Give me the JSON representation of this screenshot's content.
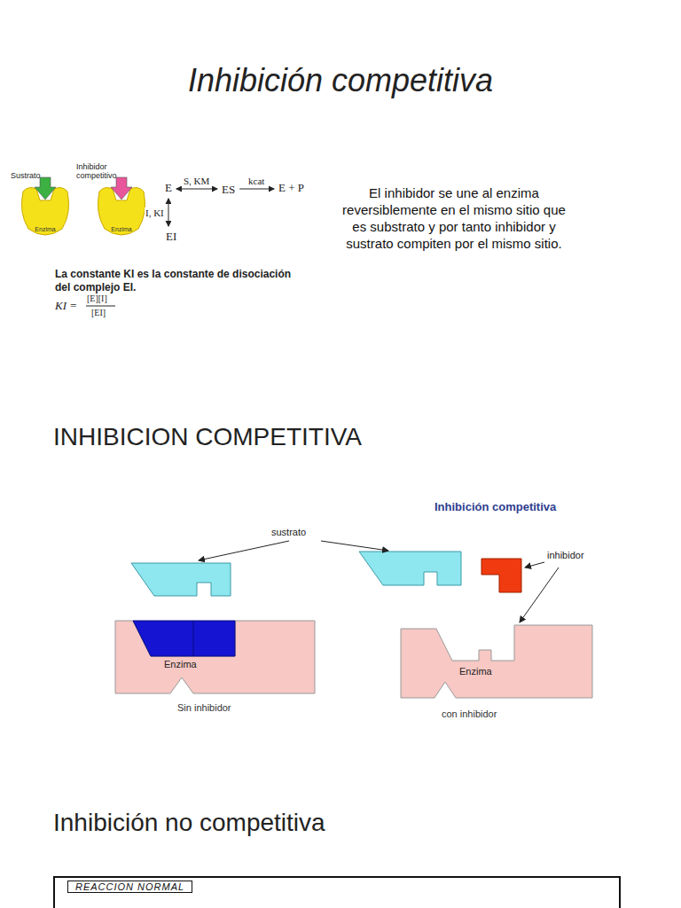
{
  "diagram": {
    "title": "Inhibición competitiva",
    "nodes": [
      {
        "text": [
          "Enzima"
        ]
      },
      {
        "text": [
          "Enzima"
        ]
      },
      {
        "text": [
          "E"
        ]
      },
      {
        "text": [
          "ES"
        ]
      },
      {
        "text": [
          "E + P"
        ]
      },
      {
        "text": [
          "EI"
        ]
      },
      {
        "text": [
          "Enzima"
        ]
      },
      {
        "text": [
          "Enzima"
        ]
      },
      {
        "text": [
          "REACCION NORMAL"
        ]
      }
    ],
    "edges": [
      {
        "from": 2,
        "to": 3,
        "arrow": "both",
        "label": "S, KM"
      },
      {
        "from": 3,
        "to": 4,
        "arrow": "to",
        "label": "kcat"
      },
      {
        "from": 2,
        "to": 5,
        "arrow": "both",
        "label": "I, KI"
      }
    ],
    "labels": [
      "Sustrato",
      "Inhibidor competitivo",
      "La constante KI es la constante de disociación del complejo EI.",
      "KI =",
      "[E][I]",
      "[EI]",
      "El inhibidor se une al enzima reversiblemente en el mismo sitio que es substrato y por tanto inhibidor y sustrato compiten por el mismo sitio.",
      "INHIBICION COMPETITIVA",
      "Inhibición competitiva",
      "sustrato",
      "inhibidor",
      "Sin inhibidor",
      "con inhibidor",
      "Inhibición no competitiva"
    ]
  }
}
